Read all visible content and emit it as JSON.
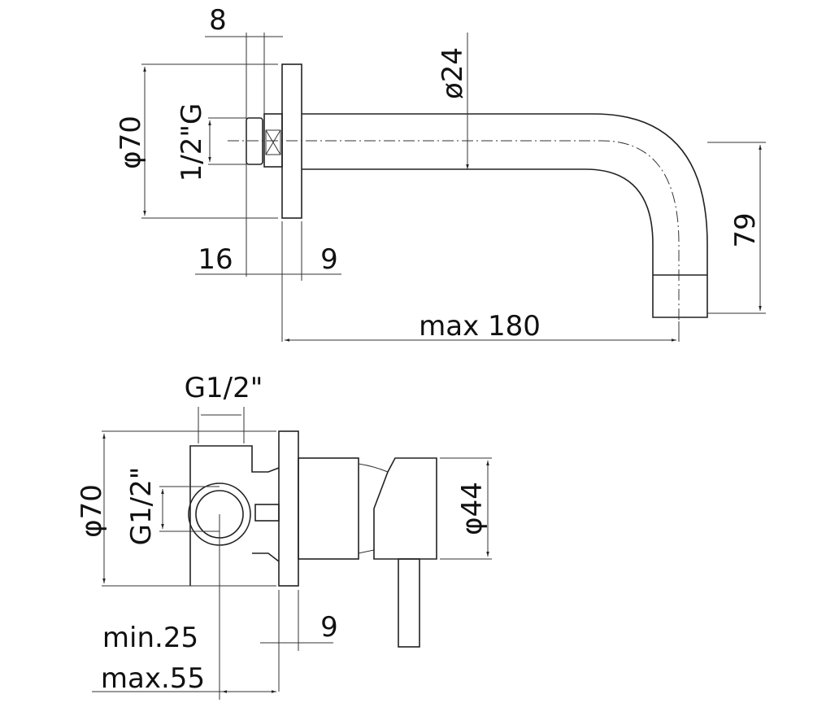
{
  "top_view": {
    "flange_diameter": "φ70",
    "thread": "1/2\"G",
    "nut_width": "8",
    "depth": "16",
    "flange_thickness": "9",
    "spout_diameter": "ø24",
    "spout_height": "79",
    "spout_reach": "max 180"
  },
  "bottom_view": {
    "top_thread": "G1/2\"",
    "flange_diameter": "φ70",
    "side_thread": "G1/2\"",
    "body_diameter": "φ44",
    "flange_thickness": "9",
    "min_depth": "min.25",
    "max_depth": "max.55"
  }
}
